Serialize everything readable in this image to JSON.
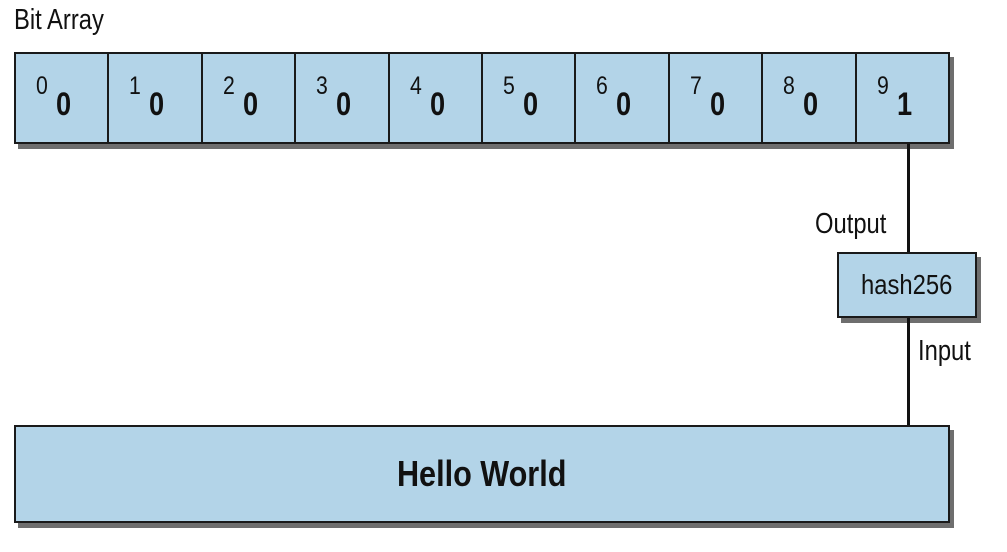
{
  "title": "Bit Array",
  "bits": [
    {
      "index": "0",
      "value": "0"
    },
    {
      "index": "1",
      "value": "0"
    },
    {
      "index": "2",
      "value": "0"
    },
    {
      "index": "3",
      "value": "0"
    },
    {
      "index": "4",
      "value": "0"
    },
    {
      "index": "5",
      "value": "0"
    },
    {
      "index": "6",
      "value": "0"
    },
    {
      "index": "7",
      "value": "0"
    },
    {
      "index": "8",
      "value": "0"
    },
    {
      "index": "9",
      "value": "1"
    }
  ],
  "hash_function": "hash256",
  "output_label": "Output",
  "input_label": "Input",
  "input_value": "Hello World",
  "colors": {
    "box_fill": "#b3d4e8",
    "border": "#1a1a1a",
    "shadow": "#6e6e6e"
  }
}
